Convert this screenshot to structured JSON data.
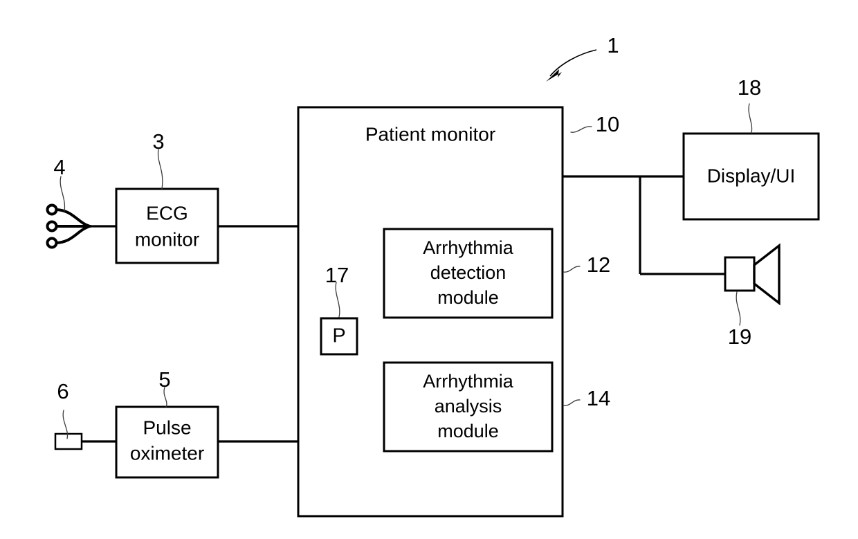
{
  "figure": {
    "type": "patent-block-diagram",
    "title": "Patient monitoring system block diagram",
    "background_color": "#ffffff",
    "line_color": "#000000"
  },
  "blocks": {
    "patient_monitor": {
      "label": "Patient monitor",
      "ref": "10"
    },
    "ecg_monitor": {
      "label_line1": "ECG",
      "label_line2": "monitor",
      "ref": "3"
    },
    "pulse_oximeter": {
      "label_line1": "Pulse",
      "label_line2": "oximeter",
      "ref": "5"
    },
    "arrhythmia_detection": {
      "label_line1": "Arrhythmia",
      "label_line2": "detection",
      "label_line3": "module",
      "ref": "12"
    },
    "arrhythmia_analysis": {
      "label_line1": "Arrhythmia",
      "label_line2": "analysis",
      "label_line3": "module",
      "ref": "14"
    },
    "processor": {
      "label": "P",
      "ref": "17"
    },
    "display_ui": {
      "label": "Display/UI",
      "ref": "18"
    },
    "speaker": {
      "ref": "19"
    },
    "ecg_electrodes": {
      "ref": "4",
      "count": 3
    },
    "spo2_sensor": {
      "ref": "6"
    },
    "system": {
      "ref": "1"
    }
  },
  "icons": {
    "speaker": "speaker-icon",
    "electrodes": "ecg-electrode-icon",
    "sensor": "spo2-sensor-icon",
    "system_arrow": "curved-arrow-icon"
  }
}
